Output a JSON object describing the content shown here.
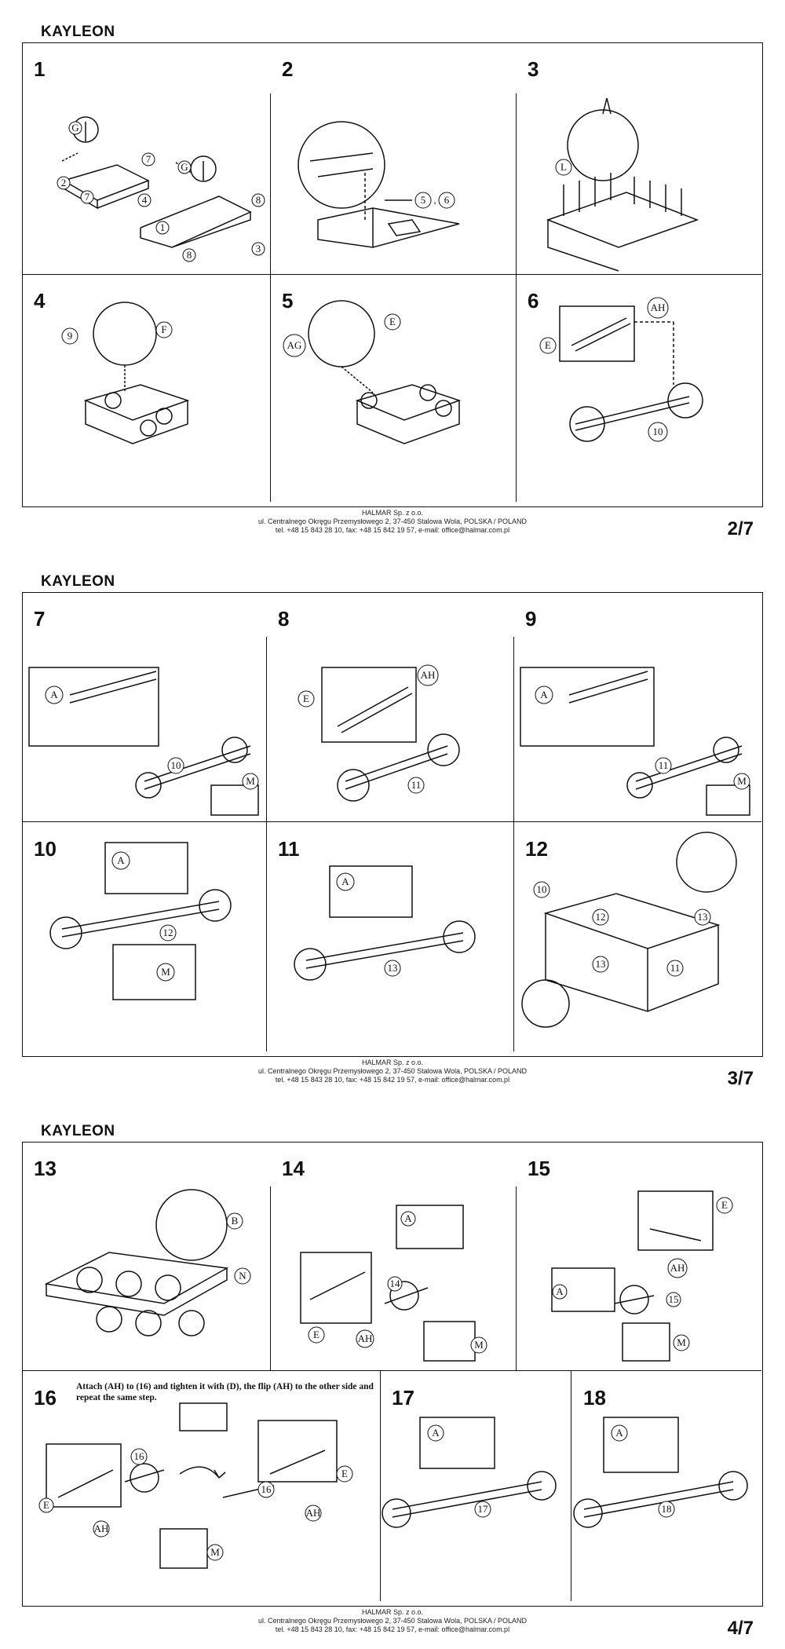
{
  "document": {
    "title": "KAYLEON"
  },
  "footer": {
    "company": "HALMAR Sp. z o.o.",
    "address": "ul. Centralnego Okręgu Przemysłowego 2, 37-450 Stalowa Wola, POLSKA / POLAND",
    "contact": "tel. +48 15 843 28 10, fax: +48 15 842 19 57, e-mail: office@halmar.com.pl"
  },
  "pages": [
    {
      "page_number": "2/7",
      "steps": [
        {
          "number": "1",
          "callouts": [
            "G",
            "7",
            "2",
            "7",
            "4",
            "G",
            "8",
            "1",
            "8",
            "3"
          ]
        },
        {
          "number": "2",
          "callouts": [
            "5",
            "6"
          ]
        },
        {
          "number": "3",
          "callouts": [
            "L"
          ]
        },
        {
          "number": "4",
          "callouts": [
            "9",
            "F"
          ]
        },
        {
          "number": "5",
          "callouts": [
            "E",
            "AG"
          ]
        },
        {
          "number": "6",
          "callouts": [
            "AH",
            "E",
            "10"
          ]
        }
      ]
    },
    {
      "page_number": "3/7",
      "steps": [
        {
          "number": "7",
          "callouts": [
            "A",
            "10",
            "M"
          ]
        },
        {
          "number": "8",
          "callouts": [
            "AH",
            "E",
            "11"
          ]
        },
        {
          "number": "9",
          "callouts": [
            "A",
            "11",
            "M"
          ]
        },
        {
          "number": "10",
          "callouts": [
            "A",
            "12",
            "M"
          ]
        },
        {
          "number": "11",
          "callouts": [
            "A",
            "13"
          ]
        },
        {
          "number": "12",
          "callouts": [
            "10",
            "12",
            "13",
            "13",
            "11"
          ]
        }
      ]
    },
    {
      "page_number": "4/7",
      "steps": [
        {
          "number": "13",
          "callouts": [
            "B",
            "N"
          ]
        },
        {
          "number": "14",
          "callouts": [
            "A",
            "14",
            "E",
            "AH",
            "M"
          ]
        },
        {
          "number": "15",
          "callouts": [
            "E",
            "A",
            "AH",
            "15",
            "M"
          ]
        },
        {
          "number": "16",
          "note": "Attach (AH) to (16) and tighten it with (D), the flip (AH) to the other side and repeat the same step.",
          "callouts": [
            "16",
            "E",
            "AH",
            "16",
            "E",
            "AH",
            "M"
          ]
        },
        {
          "number": "17",
          "callouts": [
            "A",
            "17"
          ]
        },
        {
          "number": "18",
          "callouts": [
            "A",
            "18"
          ]
        }
      ]
    }
  ]
}
